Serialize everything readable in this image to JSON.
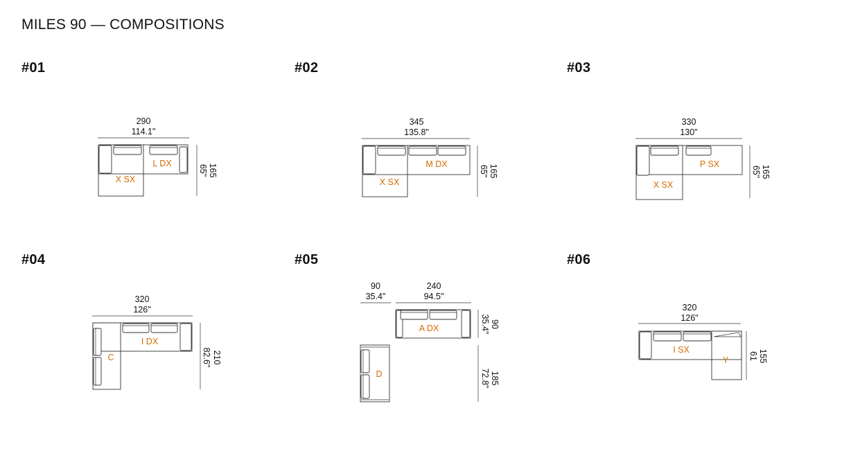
{
  "title": "MILES 90 — COMPOSITIONS",
  "compositions": [
    {
      "number": "#01",
      "width_cm": "290",
      "width_in": "114.1\"",
      "depth_cm": "165",
      "depth_in": "65\"",
      "modules": [
        "X SX",
        "L DX"
      ]
    },
    {
      "number": "#02",
      "width_cm": "345",
      "width_in": "135.8\"",
      "depth_cm": "165",
      "depth_in": "65\"",
      "modules": [
        "X SX",
        "M DX"
      ]
    },
    {
      "number": "#03",
      "width_cm": "330",
      "width_in": "130\"",
      "depth_cm": "165",
      "depth_in": "65\"",
      "modules": [
        "X SX",
        "P SX"
      ]
    },
    {
      "number": "#04",
      "width_cm": "320",
      "width_in": "126\"",
      "depth_cm": "210",
      "depth_in": "82.6\"",
      "modules": [
        "C",
        "I DX"
      ]
    },
    {
      "number": "#05",
      "width1_cm": "90",
      "width1_in": "35.4\"",
      "width2_cm": "240",
      "width2_in": "94.5\"",
      "depth1_cm": "90",
      "depth1_in": "35.4\"",
      "depth2_cm": "185",
      "depth2_in": "72.8\"",
      "modules": [
        "A DX",
        "D"
      ]
    },
    {
      "number": "#06",
      "width_cm": "320",
      "width_in": "126\"",
      "depth_cm": "155",
      "depth_in": "61",
      "modules": [
        "I SX",
        "Y"
      ]
    }
  ]
}
